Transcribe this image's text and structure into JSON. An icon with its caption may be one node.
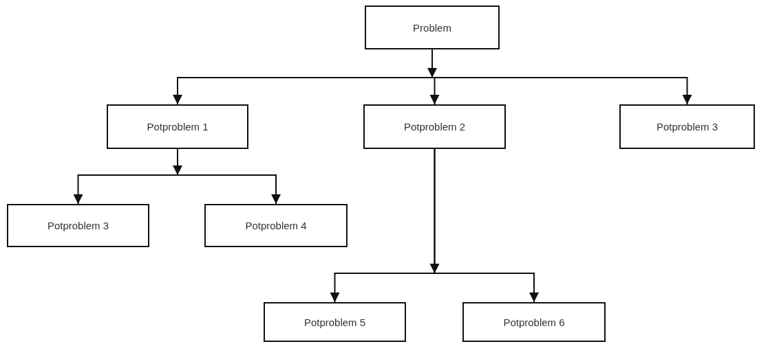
{
  "diagram": {
    "nodes": [
      {
        "text": [
          "Problem"
        ]
      },
      {
        "text": [
          "Potproblem 1"
        ]
      },
      {
        "text": [
          "Potproblem 2"
        ]
      },
      {
        "text": [
          "Potproblem 3"
        ]
      },
      {
        "text": [
          "Potproblem 3"
        ]
      },
      {
        "text": [
          "Potproblem 4"
        ]
      },
      {
        "text": [
          "Potproblem 5"
        ]
      },
      {
        "text": [
          "Potproblem 6"
        ]
      }
    ],
    "edges": [
      {
        "from": 0,
        "to": 1,
        "arrow": "to"
      },
      {
        "from": 0,
        "to": 2,
        "arrow": "to"
      },
      {
        "from": 0,
        "to": 3,
        "arrow": "to"
      },
      {
        "from": 1,
        "to": 4,
        "arrow": "to"
      },
      {
        "from": 1,
        "to": 5,
        "arrow": "to"
      },
      {
        "from": 2,
        "to": 6,
        "arrow": "to"
      },
      {
        "from": 2,
        "to": 7,
        "arrow": "to"
      }
    ]
  }
}
